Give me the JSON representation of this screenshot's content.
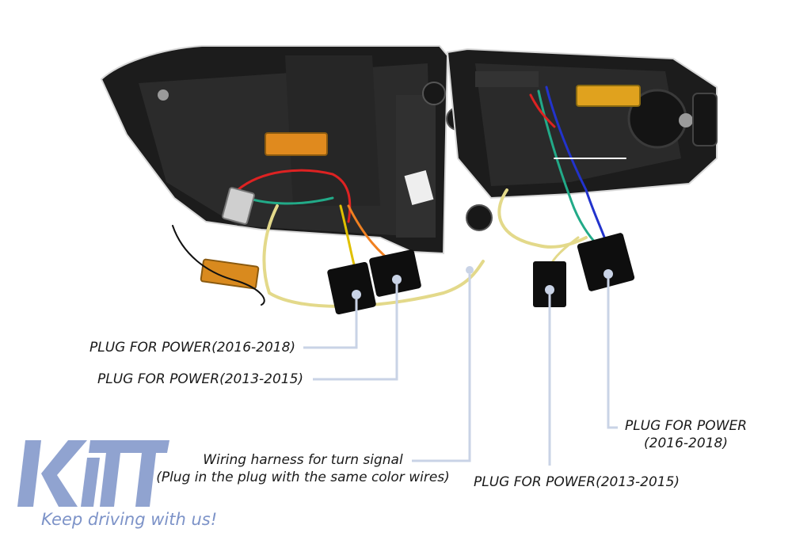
{
  "labels": {
    "power_2016_2018_left": "PLUG FOR POWER(2016-2018)",
    "power_2013_2015_left": "PLUG FOR POWER(2013-2015)",
    "power_2016_2018_right_line1": "PLUG FOR POWER",
    "power_2016_2018_right_line2": "(2016-2018)",
    "harness_line1": "Wiring harness for turn signal",
    "harness_line2": "(Plug in the plug with the same color wires)",
    "power_2013_2015_right": "PLUG FOR POWER(2013-2015)"
  },
  "brand": {
    "logo_text": "KiTT",
    "tagline": "Keep driving with us!"
  },
  "colors": {
    "housing": "#1c1c1c",
    "callout_line": "#c9d3e6",
    "resistor": "#e08a1e",
    "logo": "#7d93c8"
  }
}
